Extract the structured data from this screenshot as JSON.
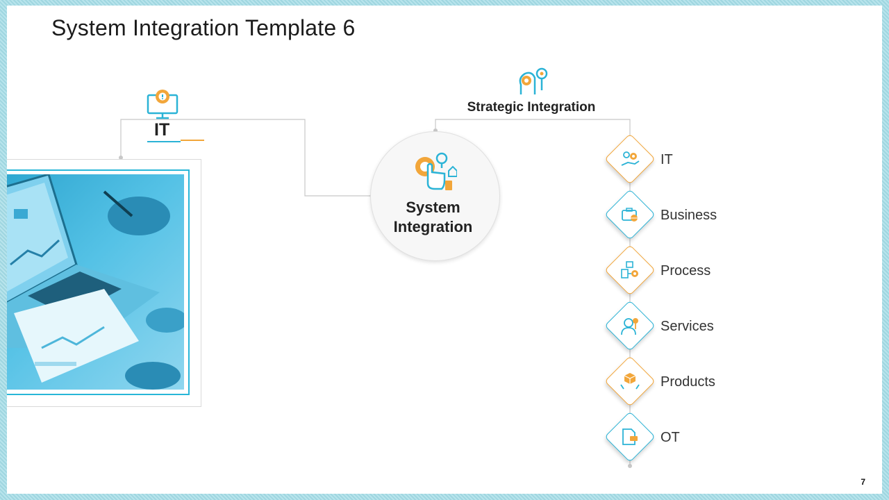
{
  "slide": {
    "title": "System Integration Template 6",
    "page_number": "7"
  },
  "left_branch": {
    "label": "IT"
  },
  "center": {
    "label_line1": "System",
    "label_line2": "Integration"
  },
  "right_branch": {
    "label": "Strategic Integration",
    "items": [
      {
        "label": "IT",
        "icon": "gears-hand-icon",
        "accent": "#f2a63a"
      },
      {
        "label": "Business",
        "icon": "briefcase-globe-icon",
        "accent": "#2bb3d6"
      },
      {
        "label": "Process",
        "icon": "process-flow-icon",
        "accent": "#f2a63a"
      },
      {
        "label": "Services",
        "icon": "service-agent-icon",
        "accent": "#2bb3d6"
      },
      {
        "label": "Products",
        "icon": "product-box-hands-icon",
        "accent": "#f2a63a"
      },
      {
        "label": "OT",
        "icon": "document-folder-icon",
        "accent": "#2bb3d6"
      }
    ]
  },
  "colors": {
    "teal": "#2bb3d6",
    "orange": "#f2a63a",
    "connector": "#c8c8c8"
  }
}
